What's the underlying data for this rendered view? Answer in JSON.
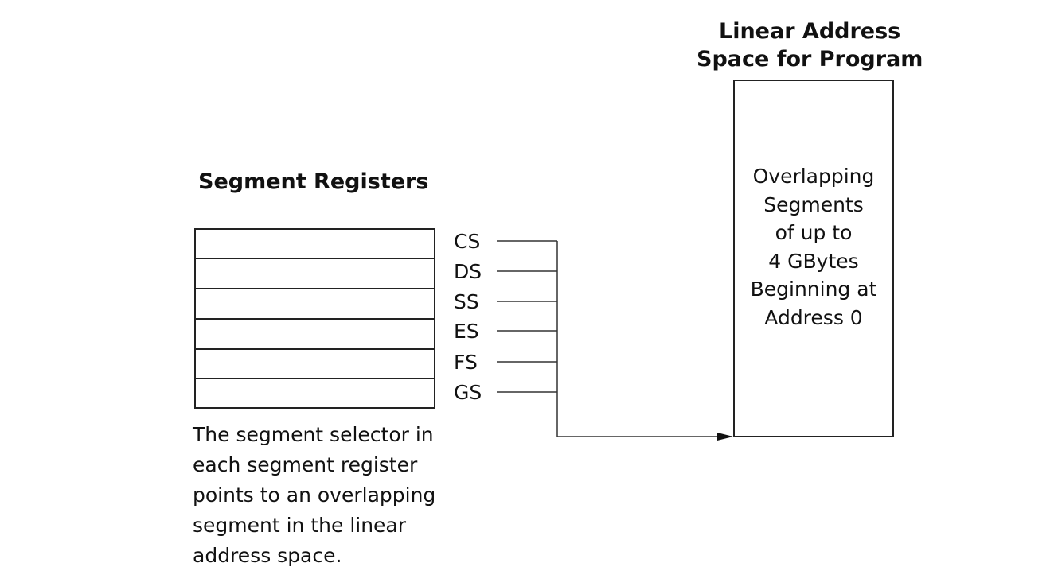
{
  "linear_space": {
    "title_lines": [
      "Linear Address",
      "Space for Program"
    ],
    "body_lines": [
      "Overlapping",
      "Segments",
      "of up to",
      "4 GBytes",
      "Beginning at",
      "Address 0"
    ]
  },
  "segment_registers": {
    "title": "Segment Registers",
    "registers": [
      "CS",
      "DS",
      "SS",
      "ES",
      "FS",
      "GS"
    ]
  },
  "caption_lines": [
    "The segment selector in",
    "each segment register",
    "points to an overlapping",
    "segment in the linear",
    "address space."
  ]
}
